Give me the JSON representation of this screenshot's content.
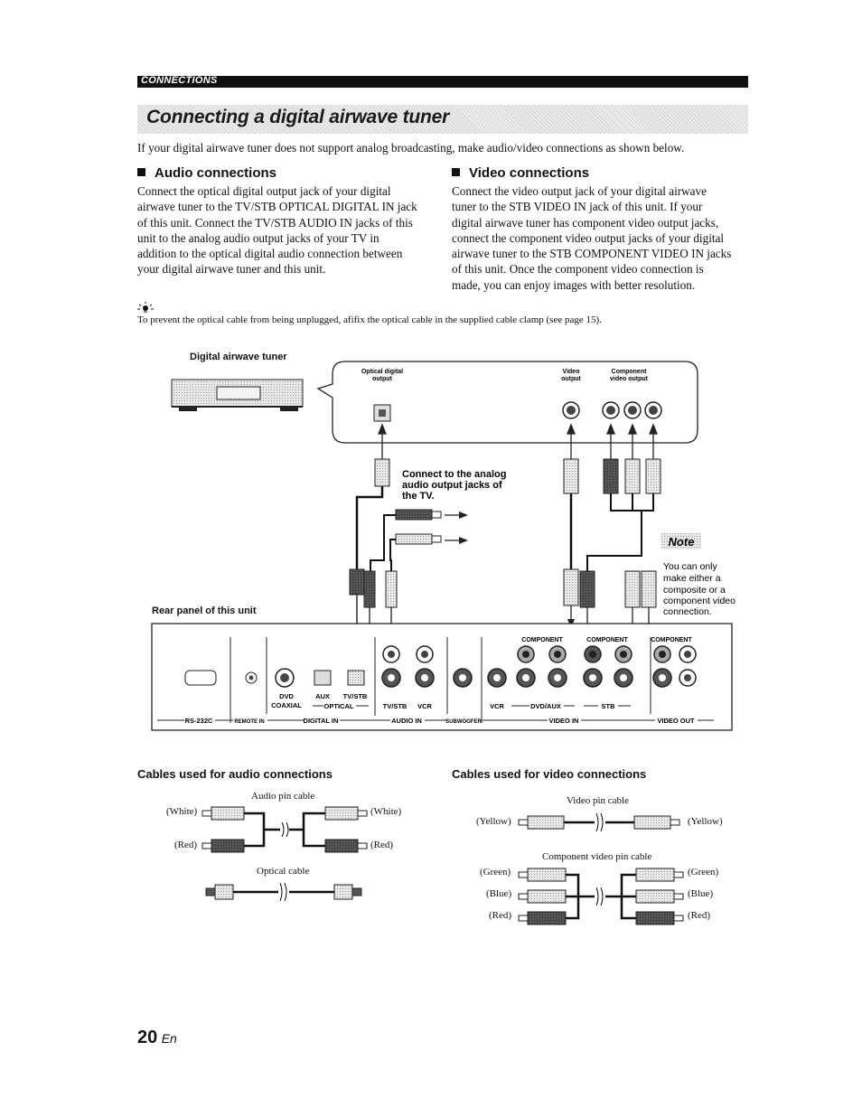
{
  "section_label": "CONNECTIONS",
  "page_title": "Connecting a digital airwave tuner",
  "intro": "If your digital airwave tuner does not support analog broadcasting, make audio/video connections as shown below.",
  "audio": {
    "heading": "Audio connections",
    "lines": [
      "Connect the optical digital output jack of your digital",
      "airwave tuner to the TV/STB OPTICAL DIGITAL IN jack",
      "of this unit. Connect the TV/STB AUDIO IN jacks of this",
      "unit to the analog audio output jacks of your TV in",
      "addition to the optical digital audio connection between",
      "your digital airwave tuner and this unit."
    ]
  },
  "video": {
    "heading": "Video connections",
    "lines": [
      "Connect the video output jack of your digital airwave",
      "tuner to the STB VIDEO IN jack of this unit. If your",
      "digital airwave tuner has component video output jacks,",
      "connect the component video output jacks of your digital",
      "airwave tuner to the STB COMPONENT VIDEO IN jacks",
      "of this unit. Once the component video connection is",
      "made, you can enjoy images with better resolution."
    ]
  },
  "tip_text": "To prevent the optical cable from being unplugged, afifix the optical cable in the supplied cable clamp (see page 15).",
  "diagram": {
    "tuner_label": "Digital airwave tuner",
    "optical_out": [
      "Optical digital",
      "output"
    ],
    "video_out": [
      "Video",
      "output"
    ],
    "component_out": [
      "Component",
      "video output"
    ],
    "tv_note": [
      "Connect to the analog",
      "audio output jacks of",
      "the TV."
    ],
    "rear_label": "Rear panel of this unit",
    "note_title": "Note",
    "note_lines": [
      "You can only",
      "make either a",
      "composite or a",
      "component video",
      "connection."
    ],
    "panel": {
      "rs232c": "RS-232C",
      "remote_in": "REMOTE IN",
      "dvd": "DVD",
      "coaxial": "COAXIAL",
      "aux": "AUX",
      "tvstb": "TV/STB",
      "optical": "OPTICAL",
      "digital_in": "DIGITAL IN",
      "audio_tvstb": "TV/STB",
      "audio_vcr": "VCR",
      "audio_in": "AUDIO IN",
      "subwoofer": "SUBWOOFER",
      "vcr": "VCR",
      "dvd_aux": "DVD/AUX",
      "stb": "STB",
      "video_in": "VIDEO IN",
      "video_out": "VIDEO OUT",
      "component1": "COMPONENT",
      "component2": "COMPONENT",
      "component3": "COMPONENT"
    }
  },
  "cables_audio": {
    "heading": "Cables used for audio connections",
    "pin_cable": "Audio pin cable",
    "white": "(White)",
    "red": "(Red)",
    "optical_cable": "Optical cable"
  },
  "cables_video": {
    "heading": "Cables used for video connections",
    "pin_cable": "Video pin cable",
    "yellow": "(Yellow)",
    "component_cable": "Component video pin cable",
    "green": "(Green)",
    "blue": "(Blue)",
    "red": "(Red)"
  },
  "page_number": "20",
  "page_lang": "En"
}
